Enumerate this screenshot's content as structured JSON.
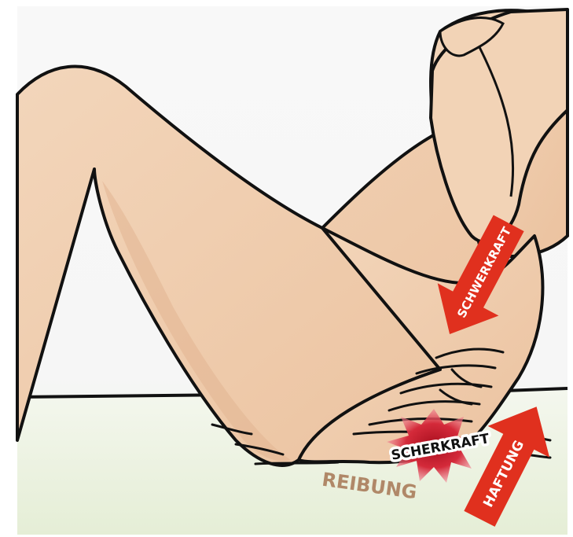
{
  "labels": {
    "gravity": "SCHWERKRAFT",
    "shear": "SCHERKRAFT",
    "adhesion": "HAFTUNG",
    "friction": "REIBUNG"
  },
  "colors": {
    "skin": "#f1cfb0",
    "skin_shade": "#e0b08c",
    "arrow": "#e0301e",
    "burst": "#c0182a",
    "friction_text": "#b08868",
    "bed": "#eef4e4",
    "wall": "#f6f6f6"
  }
}
